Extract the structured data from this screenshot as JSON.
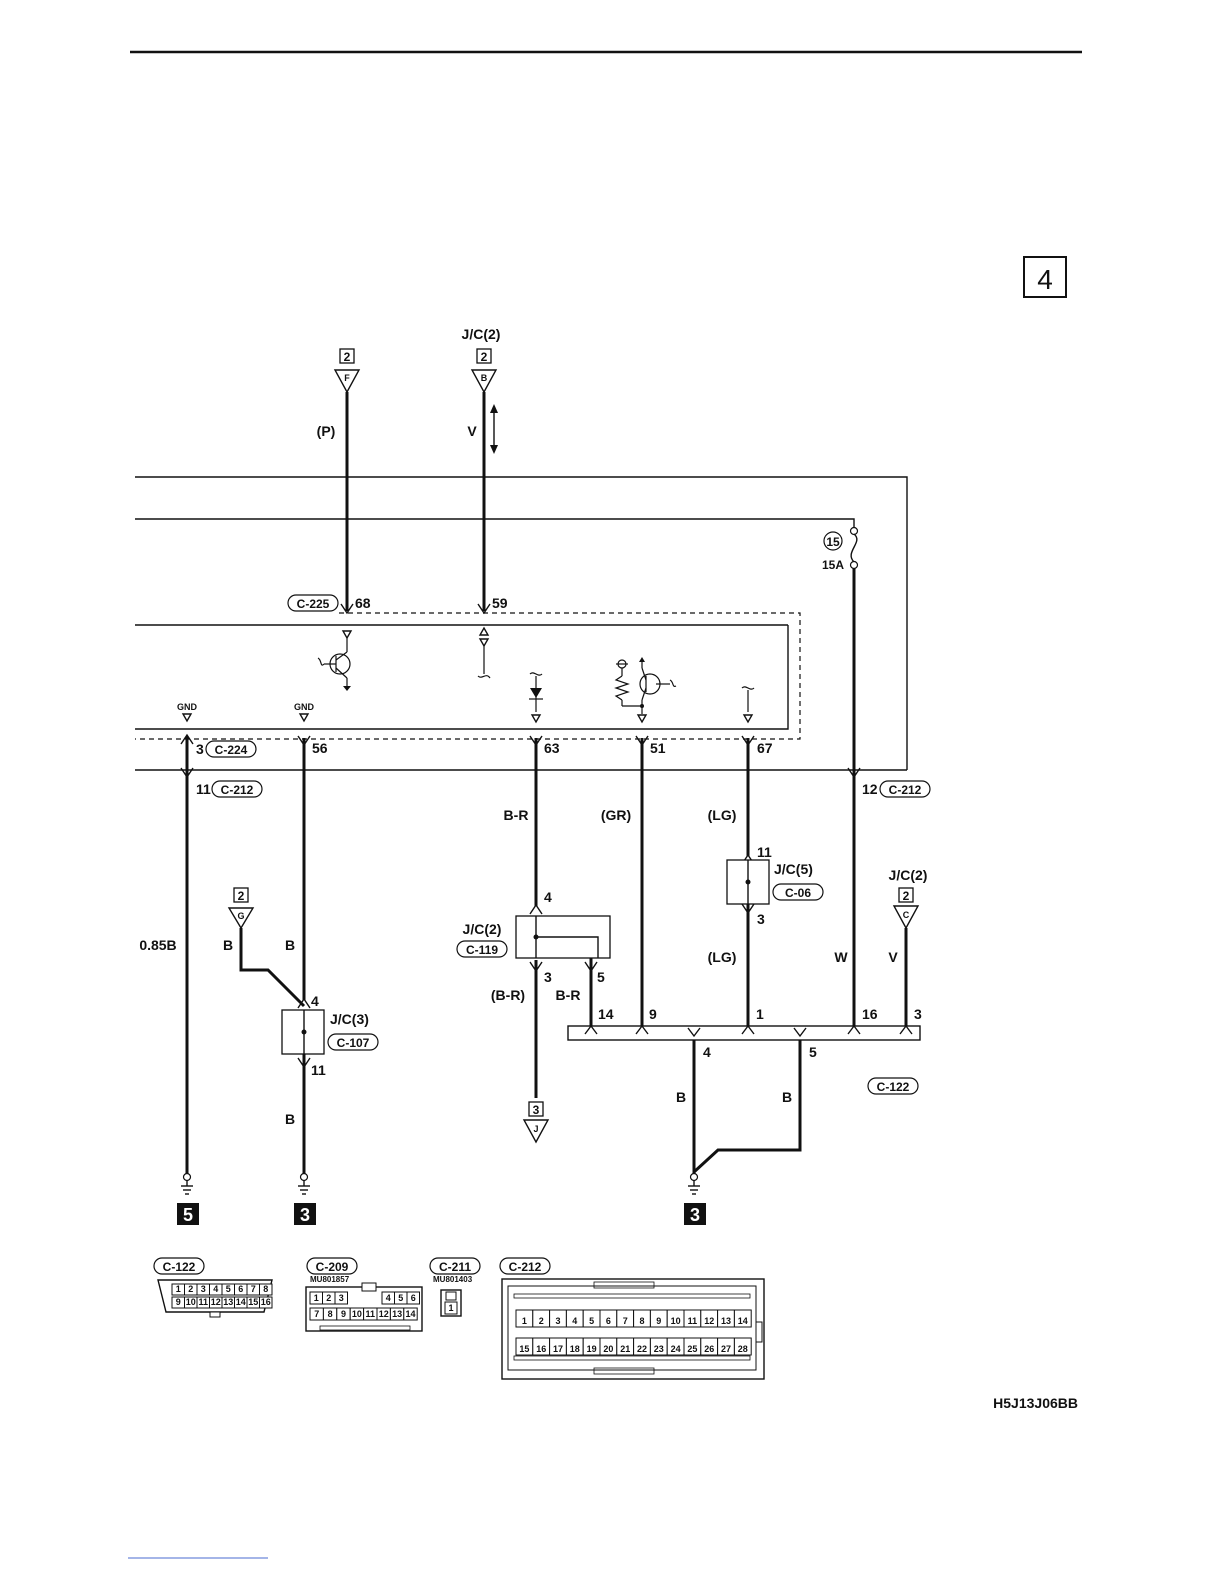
{
  "page_number": "4",
  "figure_id": "H5J13J06BB",
  "top_connectors": [
    {
      "id": "f",
      "ref": "2",
      "letter": "F",
      "wire": "(P)"
    },
    {
      "id": "b",
      "ref": "2",
      "letter": "B",
      "label": "J/C(2)",
      "wire": "V"
    }
  ],
  "ecu": {
    "upper_connector": "C-225",
    "upper_pins": [
      "68",
      "59"
    ],
    "lower_connector": "C-224",
    "lower_pins": [
      "3",
      "56",
      "63",
      "51",
      "67"
    ],
    "gnd_labels": [
      "GND",
      "GND"
    ]
  },
  "fuse": {
    "number": "15",
    "rating": "15A"
  },
  "c212": {
    "connector": "C-212",
    "left_pin": "11",
    "right_pin": "12"
  },
  "wires": {
    "w1": "0.85B",
    "w2a": "B",
    "w2b": "B",
    "w2c": "B",
    "w3a": "B-R",
    "w3b": "(B-R)",
    "w3c": "B-R",
    "w4": "(GR)",
    "w5a": "(LG)",
    "w5b": "(LG)",
    "w6": "W",
    "w7": "V",
    "w8a": "B",
    "w8b": "B"
  },
  "junctions": {
    "jc3": {
      "label": "J/C(3)",
      "connector": "C-107",
      "pin_top": "4",
      "pin_bottom": "11"
    },
    "jc2": {
      "label": "J/C(2)",
      "connector": "C-119",
      "pin_top": "4",
      "pin_bl": "3",
      "pin_br": "5"
    },
    "jc5": {
      "label": "J/C(5)",
      "connector": "C-06",
      "pin_top": "11",
      "pin_bottom": "3"
    }
  },
  "side_ref": {
    "ref": "2",
    "letter": "G"
  },
  "right_ref": {
    "label": "J/C(2)",
    "ref": "2",
    "letter": "C"
  },
  "bottom_ref": {
    "ref": "3",
    "letter": "J"
  },
  "dlc": {
    "connector": "C-122",
    "pins": [
      "14",
      "9",
      "1",
      "16",
      "3",
      "4",
      "5"
    ]
  },
  "grounds": [
    "5",
    "3",
    "3"
  ],
  "connector_views": [
    {
      "name": "C-122",
      "rows": [
        [
          "1",
          "2",
          "3",
          "4",
          "5",
          "6",
          "7",
          "8"
        ],
        [
          "9",
          "10",
          "11",
          "12",
          "13",
          "14",
          "15",
          "16"
        ]
      ]
    },
    {
      "name": "C-209",
      "part": "MU801857",
      "rows": [
        [
          "1",
          "2",
          "3",
          "4",
          "5",
          "6"
        ],
        [
          "7",
          "8",
          "9",
          "10",
          "11",
          "12",
          "13",
          "14"
        ]
      ]
    },
    {
      "name": "C-211",
      "part": "MU801403",
      "rows": [
        [
          "1"
        ]
      ]
    },
    {
      "name": "C-212",
      "rows": [
        [
          "1",
          "2",
          "3",
          "4",
          "5",
          "6",
          "7",
          "8",
          "9",
          "10",
          "11",
          "12",
          "13",
          "14"
        ],
        [
          "15",
          "16",
          "17",
          "18",
          "19",
          "20",
          "21",
          "22",
          "23",
          "24",
          "25",
          "26",
          "27",
          "28"
        ]
      ]
    }
  ]
}
